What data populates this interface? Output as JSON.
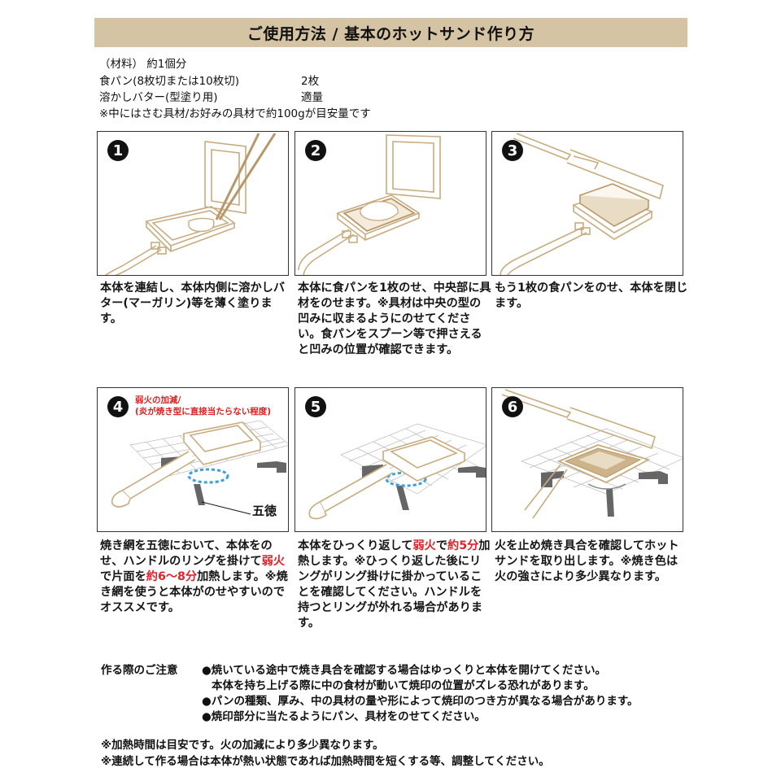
{
  "header": {
    "title": "ご使用方法 / 基本のホットサンド作り方"
  },
  "materials": {
    "heading": "（材料） 約1個分",
    "items": [
      {
        "name": "食パン(8枚切または10枚切)",
        "amount": "2枚"
      },
      {
        "name": "溶かしバター(型塗り用)",
        "amount": "適量"
      }
    ],
    "note": "※中にはさむ具材/お好みの具材で約100gが目安量です"
  },
  "steps": [
    {
      "number": "1",
      "illustration": "brush-butter-illustration",
      "text": "本体を連結し、本体内側に溶かしバター(マーガリン)等を薄く塗ります。"
    },
    {
      "number": "2",
      "illustration": "bread-with-filling-illustration",
      "text": "本体に食パンを1枚のせ、中央部に具材をのせます。※具材は中央の型の凹みに収まるようにのせてください。食パンをスプーン等で押さえると凹みの位置が確認できます。"
    },
    {
      "number": "3",
      "illustration": "close-lid-illustration",
      "text": "もう1枚の食パンをのせ、本体を閉じます。"
    },
    {
      "number": "4",
      "illustration": "grill-on-stove-illustration",
      "note_line1": "弱火の加減/",
      "note_line2": "(炎が焼き型に直接当たらない程度)",
      "callout_label": "五徳",
      "text_parts": [
        "焼き網を五徳において、本体をのせ、ハンドルのリングを掛けて",
        "弱火",
        "で片面を",
        "約6〜8分",
        "加熱します。※焼き網を使うと本体がのせやすいのでオススメです。"
      ]
    },
    {
      "number": "5",
      "illustration": "flip-on-stove-illustration",
      "text_parts": [
        "本体をひっくり返して",
        "弱火",
        "で",
        "約5分",
        "加熱します。※ひっくり返した後にリングがリング掛けに掛かっていることを確認してください。ハンドルを持つとリングが外れる場合があります。"
      ]
    },
    {
      "number": "6",
      "illustration": "open-finished-illustration",
      "text": "火を止め焼き具合を確認してホットサンドを取り出します。※焼き色は火の強さにより多少異なります。"
    }
  ],
  "cautions": {
    "label": "作る際のご注意",
    "items": [
      "●焼いている途中で焼き具合を確認する場合はゆっくりと本体を開けてください。",
      "本体を持ち上げる際に中の食材が動いて焼印の位置がズレる恐れがあります。",
      "●パンの種類、厚み、中の具材の量や形によって焼印のつき方が異なる場合があります。",
      "●焼印部分に当たるようにパン、具材をのせてください。"
    ]
  },
  "footnotes": [
    "※加熱時間は目安です。火の加減により多少異なります。",
    "※連続して作る場合は本体が熱い状態であれば加熱時間を短くする等、調整してください。"
  ],
  "colors": {
    "title_bg": "#d5c4a3",
    "accent_red": "#e0232a",
    "illustration_line": "#c8ac7f",
    "flame_blue": "#3aa0e0",
    "gotoku_gray": "#666666"
  }
}
